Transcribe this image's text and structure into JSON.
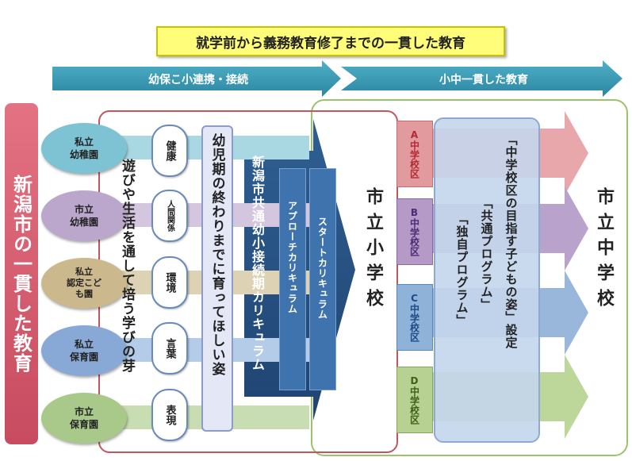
{
  "title": "就学前から義務教育修了までの一貫した教育",
  "stages": {
    "left": "幼保こ小連携・接続",
    "right": "小中一貫した教育"
  },
  "left_vertical": "新潟市の一貫した教育",
  "institutions": [
    {
      "label": "私立\n幼稚園",
      "color": "#7ec3d3"
    },
    {
      "label": "市立\n幼稚園",
      "color": "#bba6cc"
    },
    {
      "label": "私立\n認定こど\nも園",
      "color": "#cbb98d"
    },
    {
      "label": "私立\n保育園",
      "color": "#88a9d6"
    },
    {
      "label": "市立\n保育園",
      "color": "#a9c98b"
    }
  ],
  "learning_caption": "遊びや生活を通して培う学びの芽",
  "domains": [
    "健康",
    "人間関係",
    "環境",
    "言葉",
    "表現"
  ],
  "goal_caption": "幼児期の終わりまでに育ってほしい姿",
  "curriculum": {
    "main": "新潟市共通幼小接続期カリキュラム",
    "approach": "アプローチカリキュラム",
    "start": "スタートカリキュラム"
  },
  "elementary": "市立小学校",
  "districts": [
    {
      "label": "A中学校区",
      "color": "#e29a9f"
    },
    {
      "label": "B中学校区",
      "color": "#b59ac8"
    },
    {
      "label": "C中学校区",
      "color": "#8fb2d8"
    },
    {
      "label": "D中学校区",
      "color": "#b7d192"
    }
  ],
  "program_lines": [
    "「中学校区の目指す子どもの姿」設定",
    "「共通プログラム」",
    "「独自プログラム」"
  ],
  "junior_high": "市立中学校"
}
